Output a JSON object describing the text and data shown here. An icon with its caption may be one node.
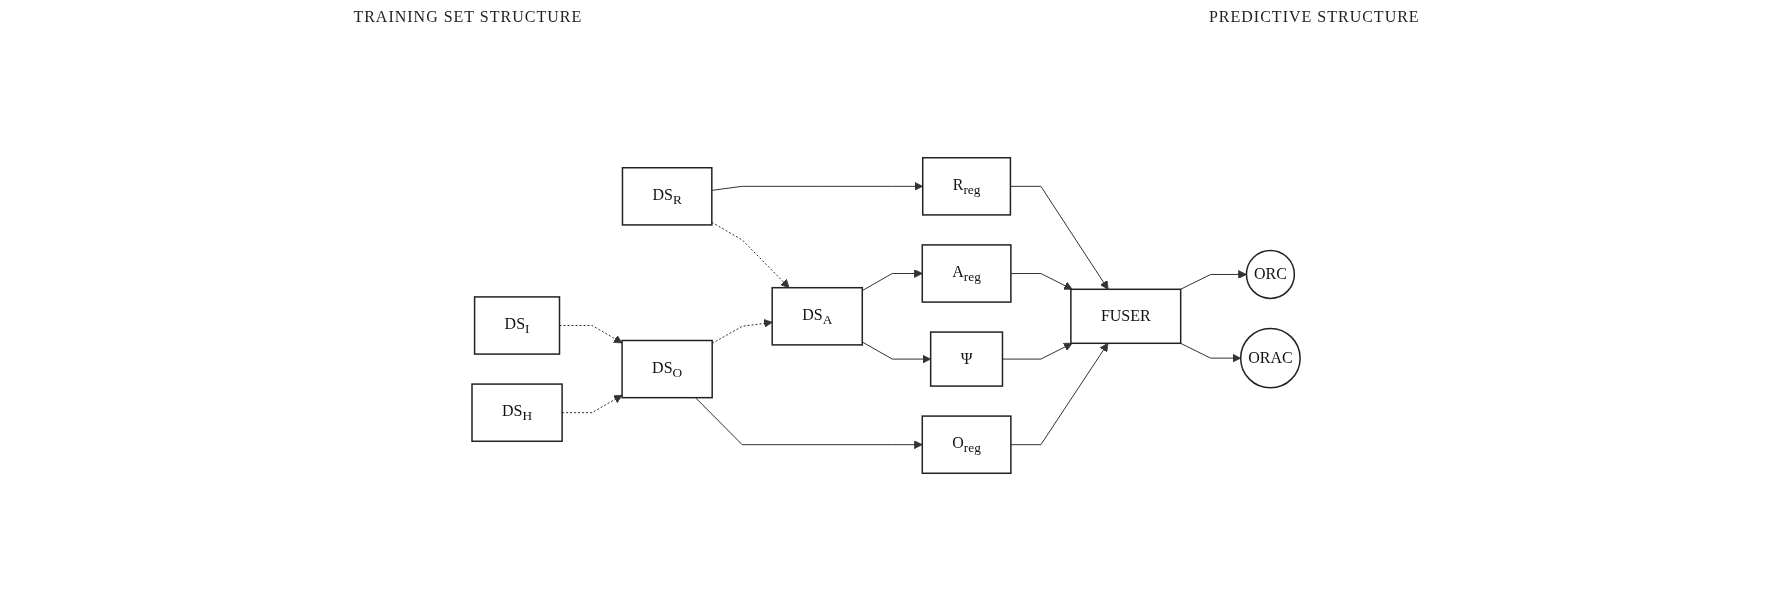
{
  "diagram": {
    "nodes": [
      {
        "text": [
          "DS$_{R}$"
        ]
      },
      {
        "text": [
          "DS$_{I}$"
        ]
      },
      {
        "text": [
          "DS$_{H}$"
        ]
      },
      {
        "text": [
          "DS$_{O}$"
        ]
      },
      {
        "text": [
          "DS$_{A}$"
        ]
      },
      {
        "text": [
          "R$_{reg}$"
        ]
      },
      {
        "text": [
          "A$_{reg}$"
        ]
      },
      {
        "text": [
          "O$_{reg}$"
        ]
      },
      {
        "text": [
          "Ψ"
        ]
      },
      {
        "text": [
          "FUSER"
        ]
      },
      {
        "text": [
          "ORC"
        ]
      },
      {
        "text": [
          "ORAC"
        ]
      }
    ],
    "edges": [
      {
        "from": 0,
        "to": 5,
        "arrow": "to"
      },
      {
        "from": 0,
        "to": 4,
        "arrow": "to",
        "style": "dashed"
      },
      {
        "from": 1,
        "to": 3,
        "arrow": "to",
        "style": "dashed"
      },
      {
        "from": 2,
        "to": 3,
        "arrow": "to",
        "style": "dashed"
      },
      {
        "from": 3,
        "to": 4,
        "arrow": "to",
        "style": "dashed"
      },
      {
        "from": 3,
        "to": 7,
        "arrow": "to"
      },
      {
        "from": 4,
        "to": 6,
        "arrow": "to"
      },
      {
        "from": 4,
        "to": 8,
        "arrow": "to"
      },
      {
        "from": 5,
        "to": 9,
        "arrow": "to"
      },
      {
        "from": 6,
        "to": 9,
        "arrow": "to"
      },
      {
        "from": 7,
        "to": 9,
        "arrow": "to"
      },
      {
        "from": 8,
        "to": 9,
        "arrow": "to"
      },
      {
        "from": 9,
        "to": 10,
        "arrow": "to"
      },
      {
        "from": 9,
        "to": 11,
        "arrow": "to"
      }
    ],
    "labels": [
      "TRAINING SET STRUCTURE",
      "PREDICTIVE STRUCTURE"
    ]
  }
}
